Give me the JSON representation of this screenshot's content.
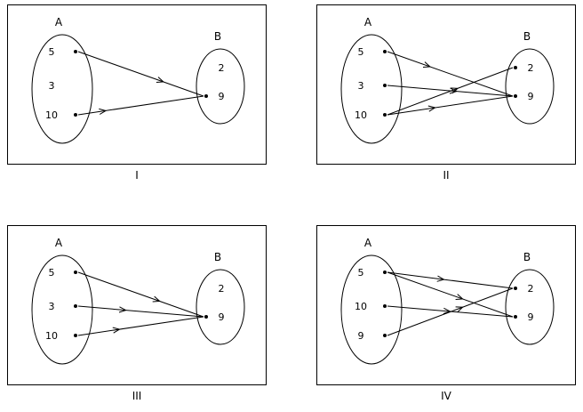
{
  "figure": {
    "colors": {
      "stroke": "#000000",
      "background": "#ffffff"
    },
    "panels": [
      {
        "label": "I",
        "set_a": {
          "label": "A",
          "elements": [
            "5",
            "3",
            "10"
          ]
        },
        "set_b": {
          "label": "B",
          "elements": [
            "2",
            "9"
          ]
        },
        "arrows": [
          {
            "from": "5",
            "to": "9"
          },
          {
            "from": "10",
            "to": "9"
          }
        ]
      },
      {
        "label": "II",
        "set_a": {
          "label": "A",
          "elements": [
            "5",
            "3",
            "10"
          ]
        },
        "set_b": {
          "label": "B",
          "elements": [
            "2",
            "9"
          ]
        },
        "arrows": [
          {
            "from": "5",
            "to": "9"
          },
          {
            "from": "3",
            "to": "9"
          },
          {
            "from": "10",
            "to": "9"
          },
          {
            "from": "10",
            "to": "2"
          }
        ]
      },
      {
        "label": "III",
        "set_a": {
          "label": "A",
          "elements": [
            "5",
            "3",
            "10"
          ]
        },
        "set_b": {
          "label": "B",
          "elements": [
            "2",
            "9"
          ]
        },
        "arrows": [
          {
            "from": "5",
            "to": "9"
          },
          {
            "from": "3",
            "to": "9"
          },
          {
            "from": "10",
            "to": "9"
          }
        ]
      },
      {
        "label": "IV",
        "set_a": {
          "label": "A",
          "elements": [
            "5",
            "10",
            "9"
          ]
        },
        "set_b": {
          "label": "B",
          "elements": [
            "2",
            "9"
          ]
        },
        "arrows": [
          {
            "from": "5",
            "to": "2"
          },
          {
            "from": "5",
            "to": "9"
          },
          {
            "from": "10",
            "to": "9"
          },
          {
            "from": "9",
            "to": "2"
          }
        ]
      }
    ]
  }
}
